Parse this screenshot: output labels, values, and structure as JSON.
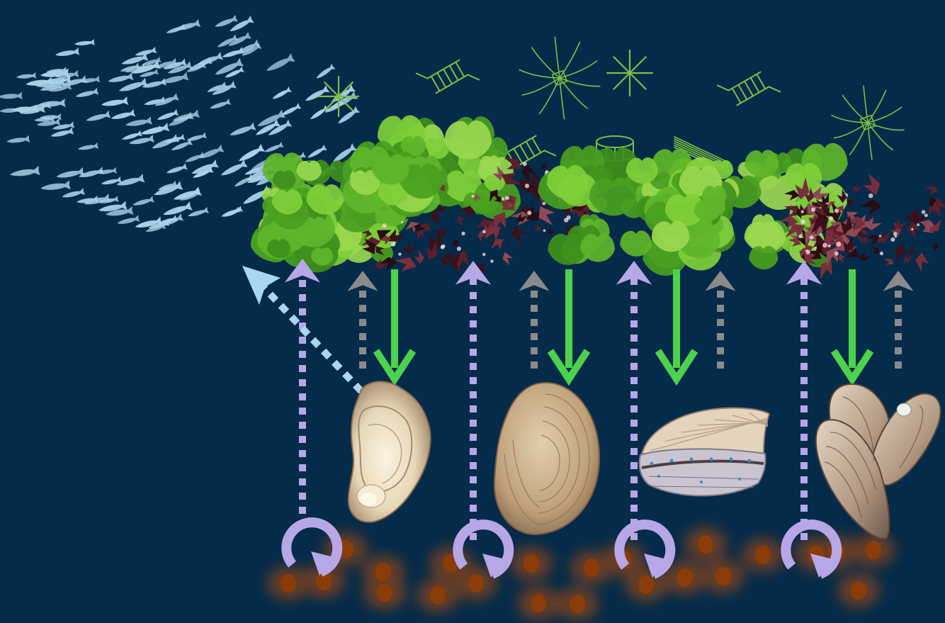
{
  "background_color": "#052b4a",
  "colors": {
    "fish": "#a9d2ea",
    "phytoplankton": "#7bc043",
    "seaweed_green": "#6fbf2f",
    "seaweed_red": "#5a1f2b",
    "uptake_arrow": "#4dd24d",
    "nutrient_arrow": "#b7a7e6",
    "co2_arrow": "#8a8a8a",
    "fish_arrow": "#a9d7f0",
    "sediment": "#a84a0a",
    "cycle_icon": "#b7a7e6"
  },
  "icons": {
    "fish_school": "fish-icon",
    "phytoplankton": "diatom-icon",
    "seaweed": "seaweed-icon",
    "shellfish": [
      "oyster-icon",
      "clam-icon",
      "scallop-icon",
      "mussel-icon"
    ],
    "nutrient_recycling": "cycle-icon",
    "sediment": "organic-particle-icon"
  },
  "diagram": {
    "fish_school_count": 140,
    "seaweed_clumps": 11,
    "shellfish_count": 4,
    "recycling_loops": 4,
    "uptake_arrows": 4,
    "nutrient_arrows": 4,
    "co2_arrows": 4
  }
}
